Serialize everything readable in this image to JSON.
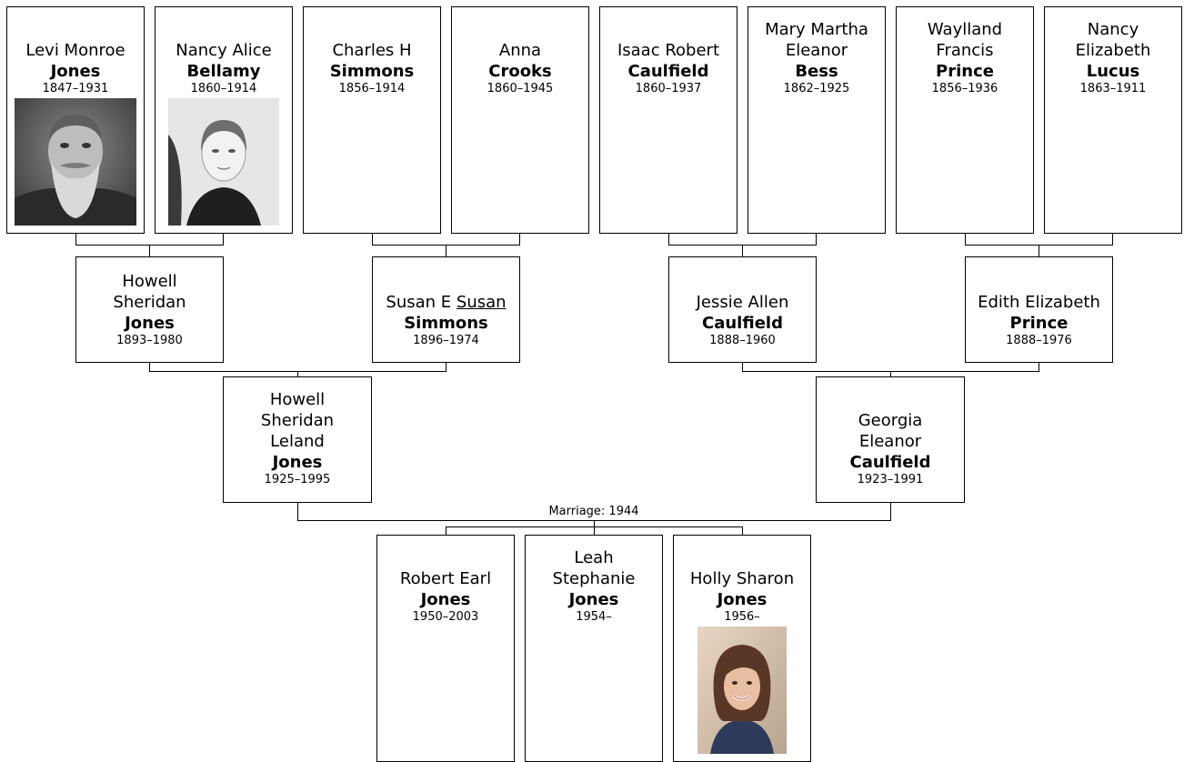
{
  "generation_4": [
    {
      "given": "Levi Monroe",
      "surname": "Jones",
      "years": "1847–1931",
      "photo": "portrait-bearded-man"
    },
    {
      "given": "Nancy Alice",
      "surname": "Bellamy",
      "years": "1860–1914",
      "photo": "portrait-woman-bw"
    },
    {
      "given": "Charles H",
      "surname": "Simmons",
      "years": "1856–1914"
    },
    {
      "given": "Anna",
      "surname": "Crooks",
      "years": "1860–1945"
    },
    {
      "given": "Isaac Robert",
      "surname": "Caulfield",
      "years": "1860–1937"
    },
    {
      "given": "Mary Martha Eleanor",
      "surname": "Bess",
      "years": "1862–1925"
    },
    {
      "given": "Waylland Francis",
      "surname": "Prince",
      "years": "1856–1936"
    },
    {
      "given": "Nancy Elizabeth",
      "surname": "Lucus",
      "years": "1863–1911"
    }
  ],
  "generation_3": [
    {
      "given": "Howell Sheridan",
      "surname": "Jones",
      "years": "1893–1980"
    },
    {
      "given": "Susan E",
      "nickname": "Susan",
      "surname": "Simmons",
      "years": "1896–1974"
    },
    {
      "given": "Jessie Allen",
      "surname": "Caulfield",
      "years": "1888–1960"
    },
    {
      "given": "Edith Elizabeth",
      "surname": "Prince",
      "years": "1888–1976"
    }
  ],
  "generation_2": [
    {
      "given": "Howell Sheridan Leland",
      "surname": "Jones",
      "years": "1925–1995"
    },
    {
      "given": "Georgia Eleanor",
      "surname": "Caulfield",
      "years": "1923–1991"
    }
  ],
  "marriage_label": "Marriage: 1944",
  "children": [
    {
      "given": "Robert Earl",
      "surname": "Jones",
      "years": "1950–2003"
    },
    {
      "given": "Leah Stephanie",
      "surname": "Jones",
      "years": "1954–"
    },
    {
      "given": "Holly Sharon",
      "surname": "Jones",
      "years": "1956–",
      "photo": "photo-smiling-woman"
    }
  ]
}
